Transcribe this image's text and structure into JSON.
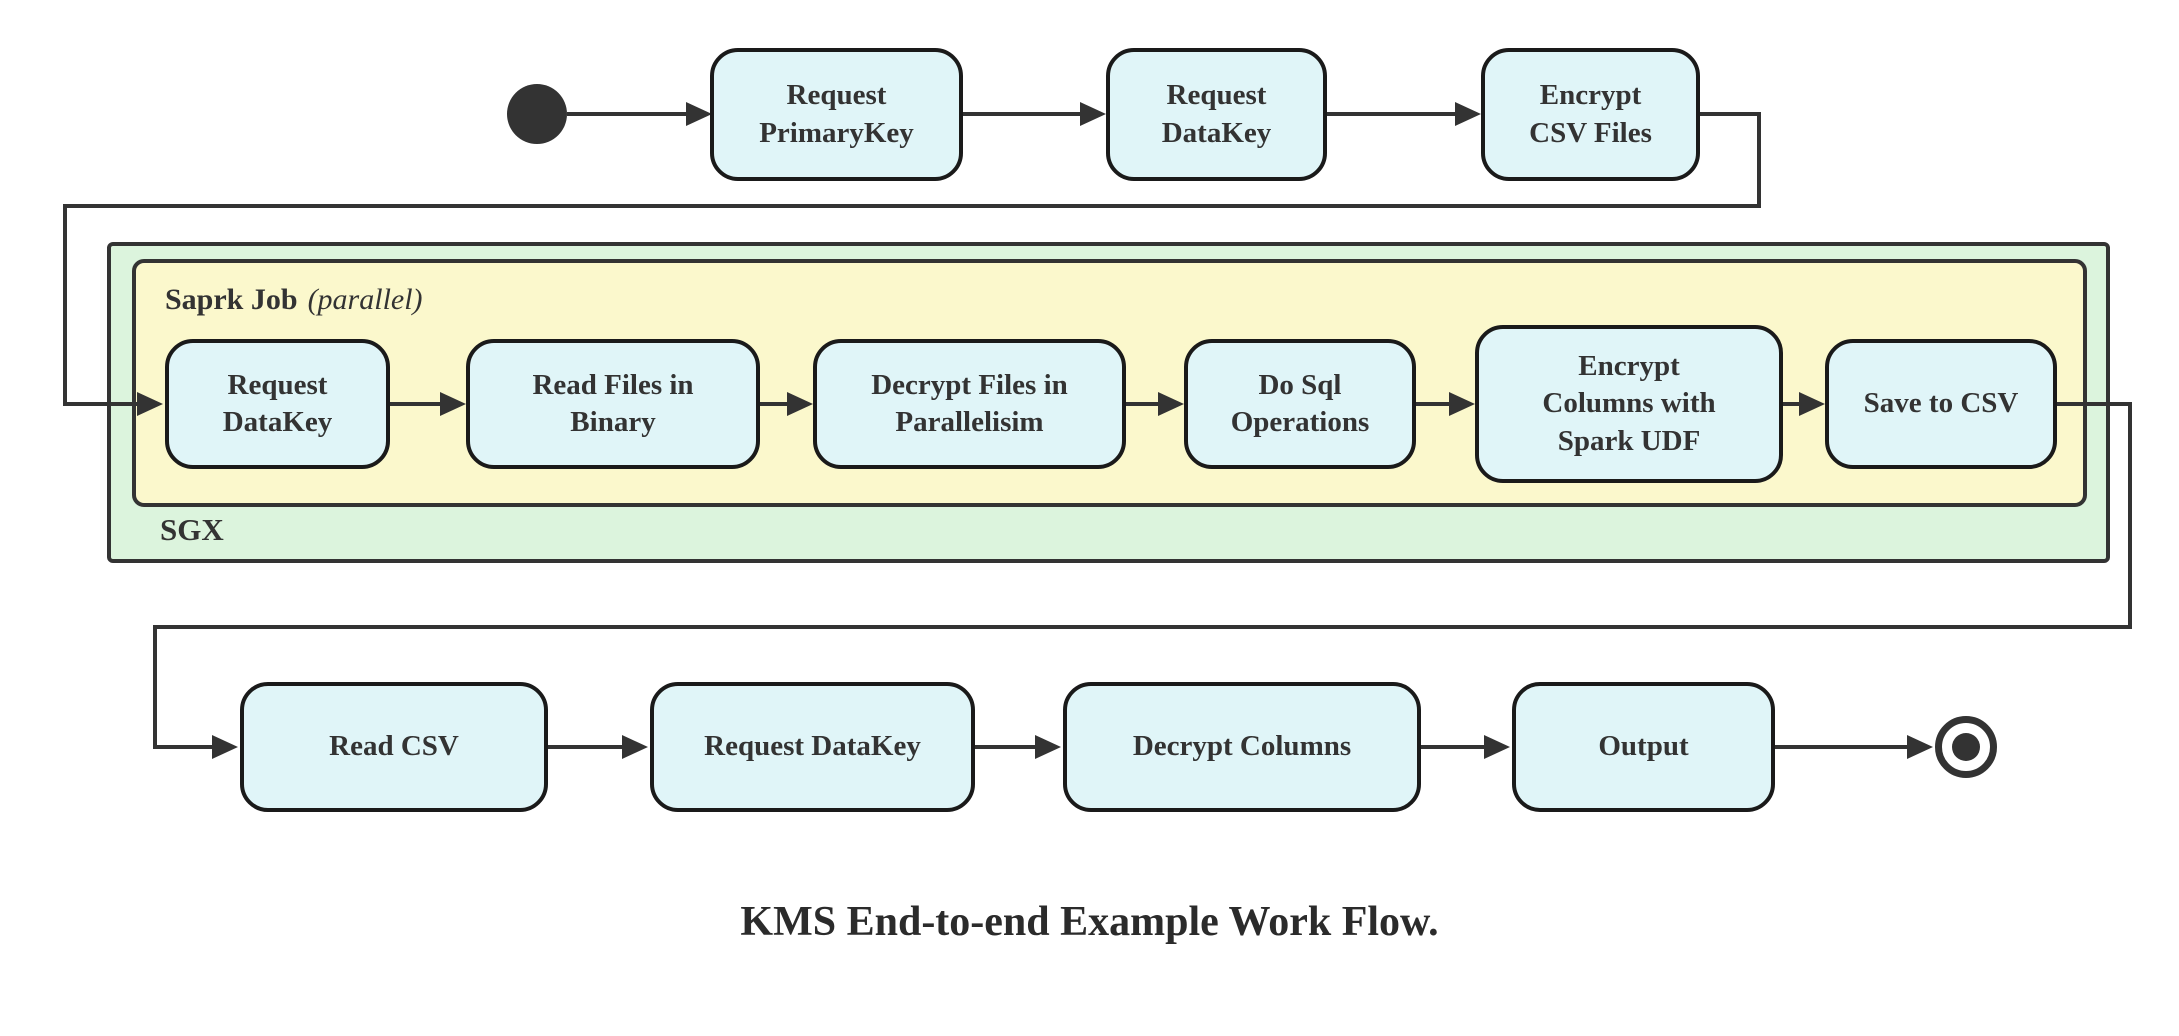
{
  "diagram": {
    "caption": "KMS End-to-end Example Work Flow.",
    "colors": {
      "node_fill": "#e0f5f8",
      "node_border": "#1a1a1a",
      "sgx_container_fill": "#dcf4dd",
      "spark_container_fill": "#fbf8cc",
      "edge_line": "#333333",
      "text": "#333333"
    },
    "top_row": [
      {
        "label": "Request\nPrimaryKey"
      },
      {
        "label": "Request\nDataKey"
      },
      {
        "label": "Encrypt\nCSV Files"
      }
    ],
    "sgx": {
      "label": "SGX",
      "spark_job": {
        "label": "Saprk Job",
        "modifier": "(parallel)"
      },
      "steps": [
        {
          "label": "Request\nDataKey"
        },
        {
          "label": "Read Files in\nBinary"
        },
        {
          "label": "Decrypt Files in\nParallelisim"
        },
        {
          "label": "Do Sql\nOperations"
        },
        {
          "label": "Encrypt\nColumns with\nSpark UDF"
        },
        {
          "label": "Save to CSV"
        }
      ]
    },
    "bottom_row": [
      {
        "label": "Read CSV"
      },
      {
        "label": "Request DataKey"
      },
      {
        "label": "Decrypt Columns"
      },
      {
        "label": "Output"
      }
    ]
  }
}
